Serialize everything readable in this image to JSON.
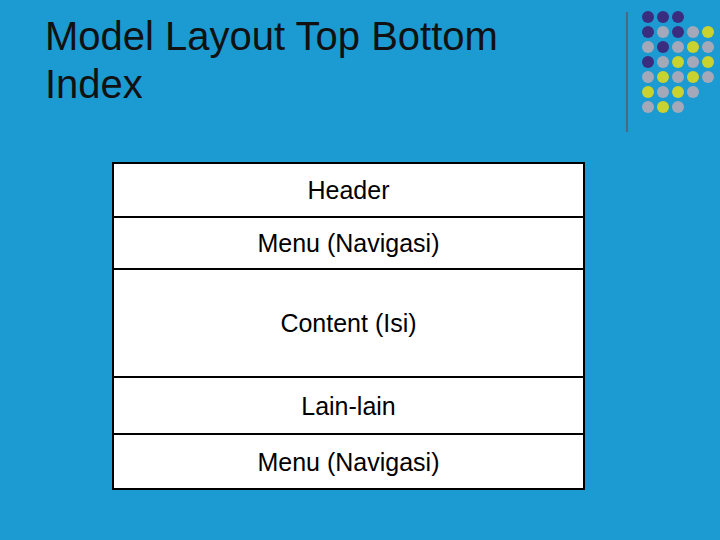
{
  "diagram": {
    "title": "Model Layout Top Bottom Index",
    "nodes": [
      {
        "text": [
          "Header"
        ]
      },
      {
        "text": [
          "Menu (Navigasi)"
        ]
      },
      {
        "text": [
          "Content (Isi)"
        ]
      },
      {
        "text": [
          "Lain-lain"
        ]
      },
      {
        "text": [
          "Menu (Navigasi)"
        ]
      }
    ]
  }
}
